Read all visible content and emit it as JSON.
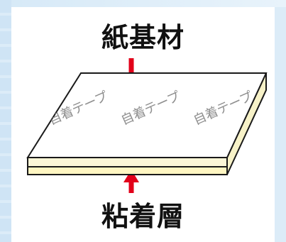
{
  "diagram": {
    "top_label": "紙基材",
    "bottom_label": "粘着層",
    "watermark_text": "自着テープ",
    "colors": {
      "background": "#dcecf8",
      "card": "#ffffff",
      "paper_top": "#ffffff",
      "paper_edge": "#f6f1c8",
      "adhesive_layer": "#fff8cf",
      "outline": "#1a1a1a",
      "arrow": "#e2001a"
    }
  }
}
